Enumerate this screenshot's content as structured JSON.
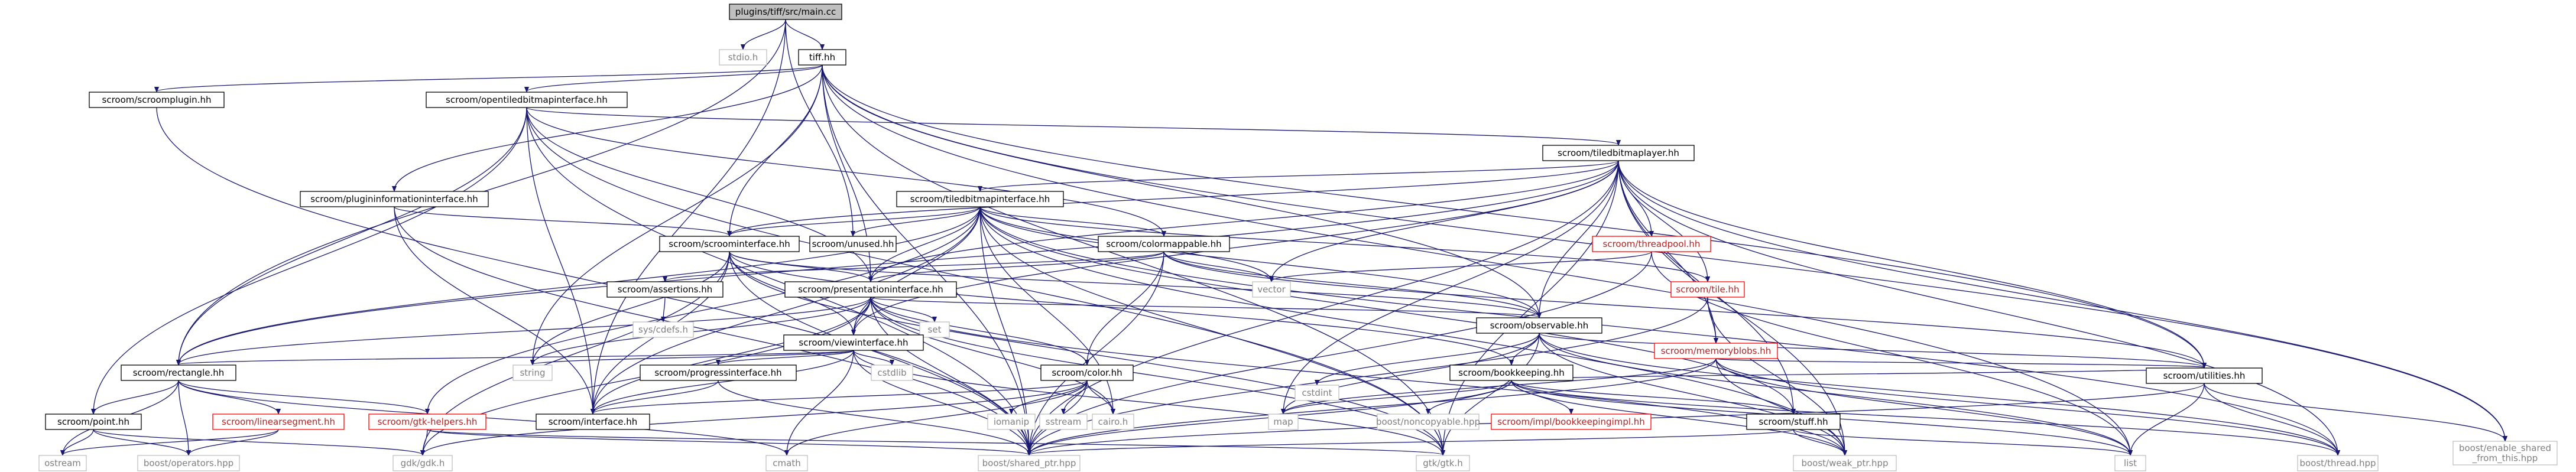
{
  "colors": {
    "edge": "#191970",
    "root_fill": "#bfbfbf",
    "root_stroke": "#000000",
    "node_stroke": "#000000",
    "node_fill": "#ffffff",
    "missing_stroke": "#bfbfbf",
    "missing_text": "#7f7f7f",
    "truncated_stroke": "#ff0000",
    "truncated_text": "#b22222",
    "text": "#000000"
  },
  "nodes": [
    {
      "id": "main",
      "label": "plugins/tiff/src/main.cc",
      "kind": "root"
    },
    {
      "id": "stdio",
      "label": "stdio.h",
      "kind": "missing"
    },
    {
      "id": "tiff",
      "label": "tiff.hh",
      "kind": "normal"
    },
    {
      "id": "scroomplugin",
      "label": "scroom/scroomplugin.hh",
      "kind": "normal"
    },
    {
      "id": "opentiled",
      "label": "scroom/opentiledbitmapinterface.hh",
      "kind": "normal"
    },
    {
      "id": "tiledbitmaplayer",
      "label": "scroom/tiledbitmaplayer.hh",
      "kind": "normal"
    },
    {
      "id": "plugininfo",
      "label": "scroom/plugininformationinterface.hh",
      "kind": "normal"
    },
    {
      "id": "tiledbitmapinterface",
      "label": "scroom/tiledbitmapinterface.hh",
      "kind": "normal"
    },
    {
      "id": "threadpool",
      "label": "scroom/threadpool.hh",
      "kind": "truncated"
    },
    {
      "id": "scroominterface",
      "label": "scroom/scroominterface.hh",
      "kind": "normal"
    },
    {
      "id": "unused",
      "label": "scroom/unused.hh",
      "kind": "normal"
    },
    {
      "id": "colormappable",
      "label": "scroom/colormappable.hh",
      "kind": "normal"
    },
    {
      "id": "vector",
      "label": "vector",
      "kind": "missing"
    },
    {
      "id": "assertions",
      "label": "scroom/assertions.hh",
      "kind": "normal"
    },
    {
      "id": "presentationinterface",
      "label": "scroom/presentationinterface.hh",
      "kind": "normal"
    },
    {
      "id": "tile",
      "label": "scroom/tile.hh",
      "kind": "truncated"
    },
    {
      "id": "observable",
      "label": "scroom/observable.hh",
      "kind": "normal"
    },
    {
      "id": "sysdefs",
      "label": "sys/cdefs.h",
      "kind": "missing"
    },
    {
      "id": "set",
      "label": "set",
      "kind": "missing"
    },
    {
      "id": "viewinterface",
      "label": "scroom/viewinterface.hh",
      "kind": "normal"
    },
    {
      "id": "memoryblobs",
      "label": "scroom/memoryblobs.hh",
      "kind": "truncated"
    },
    {
      "id": "string",
      "label": "string",
      "kind": "missing"
    },
    {
      "id": "cstdlib",
      "label": "cstdlib",
      "kind": "missing"
    },
    {
      "id": "rectangle",
      "label": "scroom/rectangle.hh",
      "kind": "normal"
    },
    {
      "id": "progressinterface",
      "label": "scroom/progressinterface.hh",
      "kind": "normal"
    },
    {
      "id": "color",
      "label": "scroom/color.hh",
      "kind": "normal"
    },
    {
      "id": "bookkeeping",
      "label": "scroom/bookkeeping.hh",
      "kind": "normal"
    },
    {
      "id": "utilities",
      "label": "scroom/utilities.hh",
      "kind": "normal"
    },
    {
      "id": "cstdint",
      "label": "cstdint",
      "kind": "missing"
    },
    {
      "id": "gtkhelpers",
      "label": "scroom/gtk-helpers.hh",
      "kind": "truncated"
    },
    {
      "id": "interface",
      "label": "scroom/interface.hh",
      "kind": "normal"
    },
    {
      "id": "iomanip",
      "label": "iomanip",
      "kind": "missing"
    },
    {
      "id": "sstream",
      "label": "sstream",
      "kind": "missing"
    },
    {
      "id": "cairo",
      "label": "cairo.h",
      "kind": "missing"
    },
    {
      "id": "map",
      "label": "map",
      "kind": "missing"
    },
    {
      "id": "noncopyable",
      "label": "boost/noncopyable.hpp",
      "kind": "missing"
    },
    {
      "id": "bookkeepingimpl",
      "label": "scroom/impl/bookkeepingimpl.hh",
      "kind": "truncated"
    },
    {
      "id": "stuff",
      "label": "scroom/stuff.hh",
      "kind": "normal"
    },
    {
      "id": "list",
      "label": "list",
      "kind": "missing"
    },
    {
      "id": "enableshared",
      "label": "boost/enable_shared\n_from_this.hpp",
      "kind": "missing"
    },
    {
      "id": "point",
      "label": "scroom/point.hh",
      "kind": "normal"
    },
    {
      "id": "linearsegment",
      "label": "scroom/linearsegment.hh",
      "kind": "truncated"
    },
    {
      "id": "ostream",
      "label": "ostream",
      "kind": "missing"
    },
    {
      "id": "operators",
      "label": "boost/operators.hpp",
      "kind": "missing"
    },
    {
      "id": "gdk",
      "label": "gdk/gdk.h",
      "kind": "missing"
    },
    {
      "id": "cmath",
      "label": "cmath",
      "kind": "missing"
    },
    {
      "id": "sharedptr",
      "label": "boost/shared_ptr.hpp",
      "kind": "missing"
    },
    {
      "id": "gtk",
      "label": "gtk/gtk.h",
      "kind": "missing"
    },
    {
      "id": "weakptr",
      "label": "boost/weak_ptr.hpp",
      "kind": "missing"
    },
    {
      "id": "thread",
      "label": "boost/thread.hpp",
      "kind": "missing"
    }
  ],
  "edges": [
    [
      "main",
      "stdio"
    ],
    [
      "main",
      "tiff"
    ],
    [
      "main",
      "unused"
    ],
    [
      "main",
      "rectangle"
    ],
    [
      "main",
      "interface"
    ],
    [
      "tiff",
      "scroomplugin"
    ],
    [
      "tiff",
      "opentiled"
    ],
    [
      "tiff",
      "plugininfo"
    ],
    [
      "tiff",
      "scroominterface"
    ],
    [
      "tiff",
      "presentationinterface"
    ],
    [
      "tiff",
      "utilities"
    ],
    [
      "tiff",
      "observable"
    ],
    [
      "tiff",
      "string"
    ],
    [
      "tiff",
      "gtk"
    ],
    [
      "tiff",
      "sharedptr"
    ],
    [
      "tiff",
      "enableshared"
    ],
    [
      "tiff",
      "list"
    ],
    [
      "scroomplugin",
      "sharedptr"
    ],
    [
      "opentiled",
      "tiledbitmaplayer"
    ],
    [
      "opentiled",
      "colormappable"
    ],
    [
      "opentiled",
      "point"
    ],
    [
      "opentiled",
      "rectangle"
    ],
    [
      "opentiled",
      "interface"
    ],
    [
      "opentiled",
      "gtk"
    ],
    [
      "opentiled",
      "sharedptr"
    ],
    [
      "opentiled",
      "presentationinterface"
    ],
    [
      "plugininfo",
      "scroominterface"
    ],
    [
      "plugininfo",
      "interface"
    ],
    [
      "plugininfo",
      "sharedptr"
    ],
    [
      "tiledbitmaplayer",
      "tiledbitmapinterface"
    ],
    [
      "tiledbitmaplayer",
      "threadpool"
    ],
    [
      "tiledbitmaplayer",
      "tile"
    ],
    [
      "tiledbitmaplayer",
      "observable"
    ],
    [
      "tiledbitmaplayer",
      "memoryblobs"
    ],
    [
      "tiledbitmaplayer",
      "stuff"
    ],
    [
      "tiledbitmaplayer",
      "utilities"
    ],
    [
      "tiledbitmaplayer",
      "vector"
    ],
    [
      "tiledbitmaplayer",
      "map"
    ],
    [
      "tiledbitmaplayer",
      "gtk"
    ],
    [
      "tiledbitmaplayer",
      "sharedptr"
    ],
    [
      "tiledbitmaplayer",
      "weakptr"
    ],
    [
      "tiledbitmaplayer",
      "thread"
    ],
    [
      "tiledbitmaplayer",
      "presentationinterface"
    ],
    [
      "tiledbitmaplayer",
      "scroominterface"
    ],
    [
      "tiledbitmaplayer",
      "rectangle"
    ],
    [
      "tiledbitmaplayer",
      "viewinterface"
    ],
    [
      "tiledbitmaplayer",
      "enableshared"
    ],
    [
      "tiledbitmapinterface",
      "scroominterface"
    ],
    [
      "tiledbitmapinterface",
      "presentationinterface"
    ],
    [
      "tiledbitmapinterface",
      "viewinterface"
    ],
    [
      "tiledbitmapinterface",
      "colormappable"
    ],
    [
      "tiledbitmapinterface",
      "unused"
    ],
    [
      "tiledbitmapinterface",
      "vector"
    ],
    [
      "tiledbitmapinterface",
      "observable"
    ],
    [
      "tiledbitmapinterface",
      "tile"
    ],
    [
      "tiledbitmapinterface",
      "stuff"
    ],
    [
      "tiledbitmapinterface",
      "cairo"
    ],
    [
      "tiledbitmapinterface",
      "gtk"
    ],
    [
      "tiledbitmapinterface",
      "sharedptr"
    ],
    [
      "tiledbitmapinterface",
      "weakptr"
    ],
    [
      "tiledbitmapinterface",
      "rectangle"
    ],
    [
      "tiledbitmapinterface",
      "interface"
    ],
    [
      "tiledbitmapinterface",
      "gtkhelpers"
    ],
    [
      "tiledbitmapinterface",
      "thread"
    ],
    [
      "threadpool",
      "vector"
    ],
    [
      "threadpool",
      "sharedptr"
    ],
    [
      "threadpool",
      "list"
    ],
    [
      "scroominterface",
      "presentationinterface"
    ],
    [
      "scroominterface",
      "viewinterface"
    ],
    [
      "scroominterface",
      "observable"
    ],
    [
      "scroominterface",
      "string"
    ],
    [
      "scroominterface",
      "gdk"
    ],
    [
      "scroominterface",
      "sharedptr"
    ],
    [
      "scroominterface",
      "interface"
    ],
    [
      "scroominterface",
      "gtk"
    ],
    [
      "scroominterface",
      "bookkeeping"
    ],
    [
      "colormappable",
      "presentationinterface"
    ],
    [
      "colormappable",
      "color"
    ],
    [
      "colormappable",
      "observable"
    ],
    [
      "colormappable",
      "vector"
    ],
    [
      "colormappable",
      "assertions"
    ],
    [
      "colormappable",
      "sharedptr"
    ],
    [
      "colormappable",
      "utilities"
    ],
    [
      "assertions",
      "sysdefs"
    ],
    [
      "presentationinterface",
      "viewinterface"
    ],
    [
      "presentationinterface",
      "observable"
    ],
    [
      "presentationinterface",
      "rectangle"
    ],
    [
      "presentationinterface",
      "set"
    ],
    [
      "presentationinterface",
      "string"
    ],
    [
      "presentationinterface",
      "gdk"
    ],
    [
      "presentationinterface",
      "sharedptr"
    ],
    [
      "presentationinterface",
      "weakptr"
    ],
    [
      "presentationinterface",
      "color"
    ],
    [
      "presentationinterface",
      "interface"
    ],
    [
      "presentationinterface",
      "cairo"
    ],
    [
      "presentationinterface",
      "gtk"
    ],
    [
      "tile",
      "memoryblobs"
    ],
    [
      "tile",
      "sharedptr"
    ],
    [
      "tile",
      "weakptr"
    ],
    [
      "observable",
      "bookkeeping"
    ],
    [
      "observable",
      "utilities"
    ],
    [
      "observable",
      "list"
    ],
    [
      "observable",
      "map"
    ],
    [
      "observable",
      "weakptr"
    ],
    [
      "observable",
      "gtk"
    ],
    [
      "observable",
      "thread"
    ],
    [
      "observable",
      "cstdint"
    ],
    [
      "viewinterface",
      "progressinterface"
    ],
    [
      "viewinterface",
      "rectangle"
    ],
    [
      "viewinterface",
      "interface"
    ],
    [
      "viewinterface",
      "cstdlib"
    ],
    [
      "viewinterface",
      "string"
    ],
    [
      "viewinterface",
      "gtk"
    ],
    [
      "viewinterface",
      "sharedptr"
    ],
    [
      "viewinterface",
      "cmath"
    ],
    [
      "memoryblobs",
      "utilities"
    ],
    [
      "memoryblobs",
      "list"
    ],
    [
      "memoryblobs",
      "sharedptr"
    ],
    [
      "memoryblobs",
      "thread"
    ],
    [
      "memoryblobs",
      "weakptr"
    ],
    [
      "memoryblobs",
      "map"
    ],
    [
      "rectangle",
      "point"
    ],
    [
      "rectangle",
      "linearsegment"
    ],
    [
      "rectangle",
      "gtkhelpers"
    ],
    [
      "rectangle",
      "ostream"
    ],
    [
      "rectangle",
      "operators"
    ],
    [
      "rectangle",
      "cmath"
    ],
    [
      "progressinterface",
      "interface"
    ],
    [
      "progressinterface",
      "sharedptr"
    ],
    [
      "color",
      "iomanip"
    ],
    [
      "color",
      "sstream"
    ],
    [
      "color",
      "cairo"
    ],
    [
      "color",
      "cmath"
    ],
    [
      "color",
      "sharedptr"
    ],
    [
      "color",
      "interface"
    ],
    [
      "color",
      "gdk"
    ],
    [
      "bookkeeping",
      "noncopyable"
    ],
    [
      "bookkeeping",
      "bookkeepingimpl"
    ],
    [
      "bookkeeping",
      "stuff"
    ],
    [
      "bookkeeping",
      "map"
    ],
    [
      "bookkeeping",
      "list"
    ],
    [
      "bookkeeping",
      "sharedptr"
    ],
    [
      "bookkeeping",
      "weakptr"
    ],
    [
      "bookkeeping",
      "thread"
    ],
    [
      "bookkeeping",
      "utilities"
    ],
    [
      "utilities",
      "list"
    ],
    [
      "utilities",
      "thread"
    ],
    [
      "utilities",
      "sharedptr"
    ],
    [
      "utilities",
      "enableshared"
    ],
    [
      "gtkhelpers",
      "gdk"
    ],
    [
      "gtkhelpers",
      "gtk"
    ],
    [
      "gtkhelpers",
      "sharedptr"
    ],
    [
      "stuff",
      "sharedptr"
    ],
    [
      "stuff",
      "weakptr"
    ],
    [
      "stuff",
      "list"
    ],
    [
      "point",
      "ostream"
    ],
    [
      "point",
      "operators"
    ],
    [
      "point",
      "gdk"
    ],
    [
      "linearsegment",
      "ostream"
    ],
    [
      "linearsegment",
      "operators"
    ]
  ]
}
